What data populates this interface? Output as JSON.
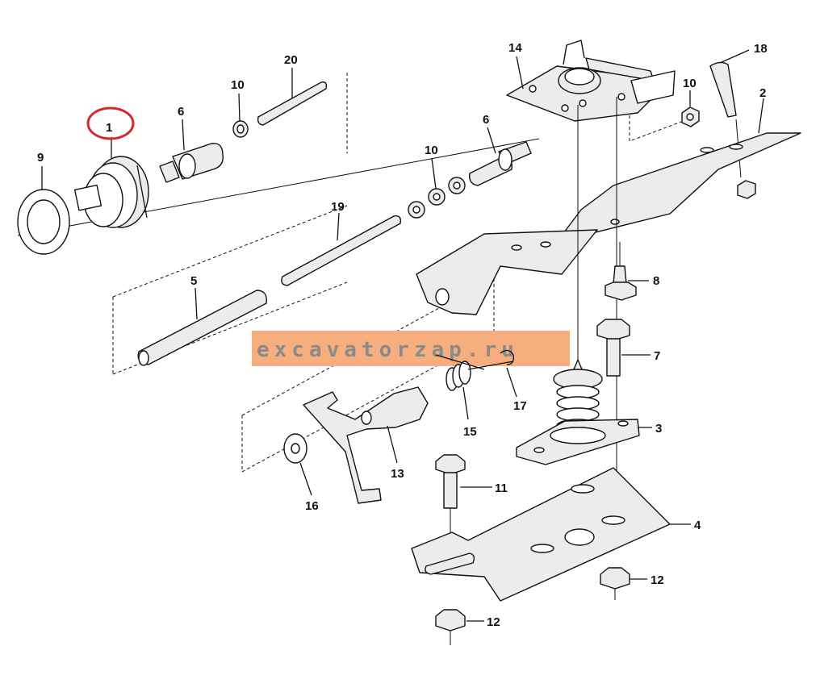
{
  "watermark": "excavatorzap.ru",
  "highlight_color": "#d62828",
  "watermark_color": "#f6ae7e",
  "highlighted_part": "1",
  "parts": {
    "p1": "1",
    "p2": "2",
    "p3": "3",
    "p4": "4",
    "p5": "5",
    "p6a": "6",
    "p6b": "6",
    "p7": "7",
    "p8": "8",
    "p9": "9",
    "p10a": "10",
    "p10b": "10",
    "p10c": "10",
    "p11": "11",
    "p12a": "12",
    "p12b": "12",
    "p13": "13",
    "p14": "14",
    "p15": "15",
    "p16": "16",
    "p17": "17",
    "p18": "18",
    "p19": "19",
    "p20": "20"
  }
}
